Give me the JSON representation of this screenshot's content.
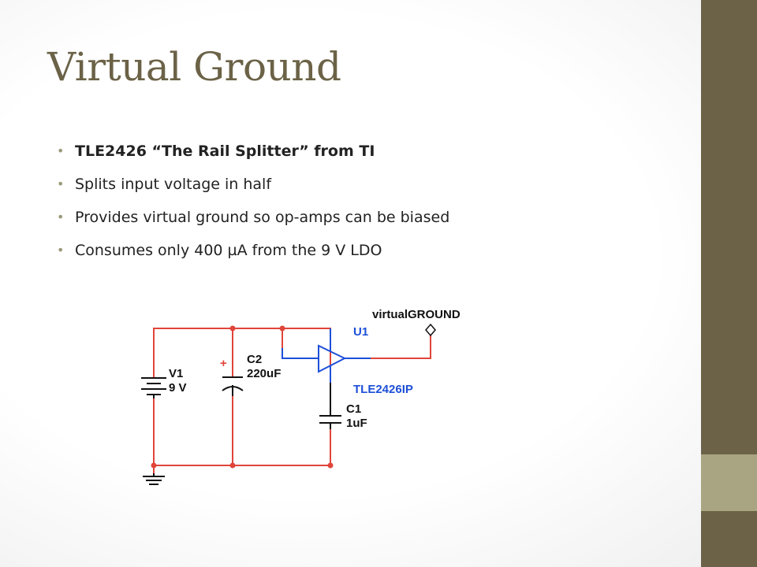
{
  "slide": {
    "title": "Virtual Ground",
    "bullets": [
      "TLE2426 “The Rail Splitter” from TI",
      "Splits input voltage in half",
      "Provides virtual ground so op-amps can be biased",
      "Consumes only 400  µA from the 9 V LDO"
    ],
    "bullet_marker": "•"
  },
  "schematic": {
    "net_label": "virtualGROUND",
    "opamp_ref": "U1",
    "opamp_part": "TLE2426IP",
    "battery_ref": "V1",
    "battery_value": "9 V",
    "cap2_ref": "C2",
    "cap2_value": "220uF",
    "cap2_polarity": "+",
    "cap1_ref": "C1",
    "cap1_value": "1uF",
    "colors": {
      "wire": "#e0453a",
      "component": "#111111",
      "opamp": "#1d4fd8",
      "label_blue": "#1d4fd8",
      "junction": "#e0453a"
    }
  },
  "theme": {
    "title_color": "#6b6247",
    "sidebar_dark": "#6b6247",
    "sidebar_light": "#a9a582"
  }
}
